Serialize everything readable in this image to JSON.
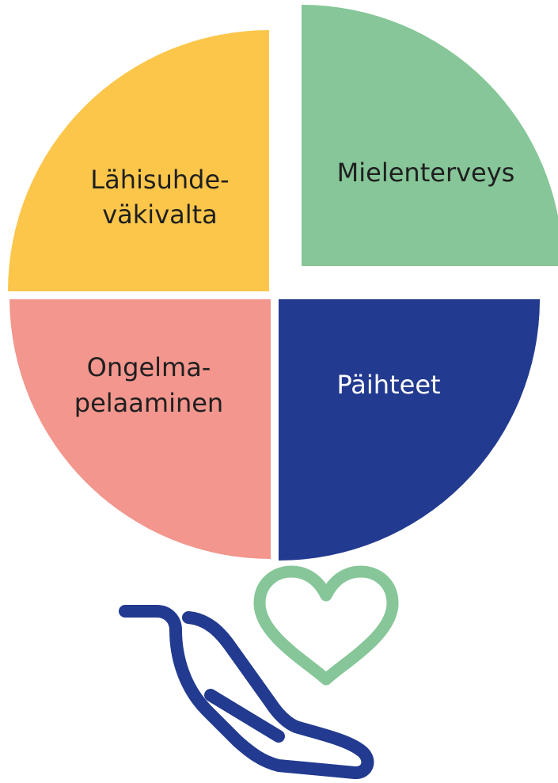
{
  "quadrants": {
    "top_left": {
      "line1": "Lähisuhde-",
      "line2": "väkivalta",
      "fill": "#fbc64a",
      "text_color": "#1f1f1f"
    },
    "top_right": {
      "line1": "Mielenterveys",
      "fill": "#86c698",
      "text_color": "#1f1f1f"
    },
    "bottom_left": {
      "line1": "Ongelma-",
      "line2": "pelaaminen",
      "fill": "#f2968e",
      "text_color": "#1f1f1f"
    },
    "bottom_right": {
      "line1": "Päihteet",
      "fill": "#223a8f",
      "text_color": "#ffffff"
    }
  },
  "icon": {
    "name": "hand-holding-heart-icon",
    "heart_color": "#86c698",
    "hand_color": "#223a8f"
  }
}
